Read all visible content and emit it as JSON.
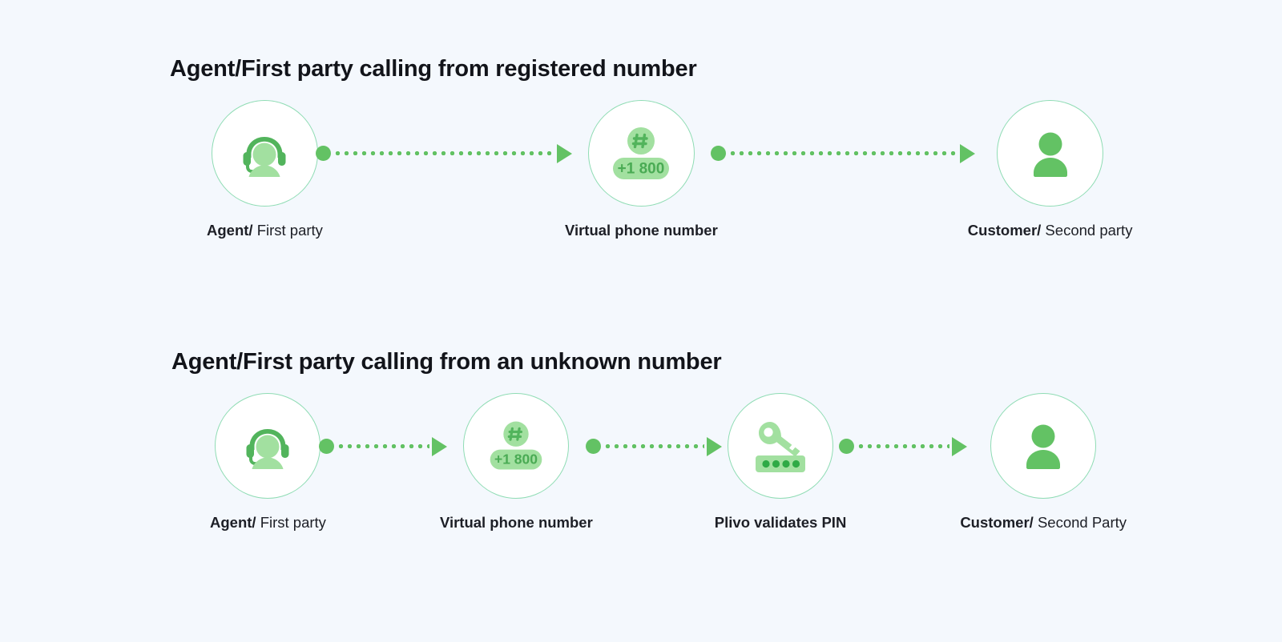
{
  "page": {
    "background_color": "#f4f8fd",
    "accent_green": "#63c264",
    "light_green": "#a8e3a5",
    "circle_stroke": "#8fdcb4",
    "text_color": "#12141a"
  },
  "sections": [
    {
      "id": "registered-number-flow",
      "title": "Agent/First party calling from registered number",
      "nodes": [
        {
          "id": "agent",
          "icon": "headset-agent-icon",
          "label_bold": "Agent/",
          "label_rest": " First party",
          "badge_text": ""
        },
        {
          "id": "virtual-number",
          "icon": "hash-phone-number-icon",
          "label_bold": "Virtual phone number",
          "label_rest": "",
          "badge_text": "+1 800"
        },
        {
          "id": "customer",
          "icon": "person-customer-icon",
          "label_bold": "Customer/",
          "label_rest": " Second party",
          "badge_text": ""
        }
      ]
    },
    {
      "id": "unknown-number-flow",
      "title": "Agent/First party calling from an unknown number",
      "nodes": [
        {
          "id": "agent",
          "icon": "headset-agent-icon",
          "label_bold": "Agent/",
          "label_rest": " First party",
          "badge_text": ""
        },
        {
          "id": "virtual-number",
          "icon": "hash-phone-number-icon",
          "label_bold": "Virtual phone number",
          "label_rest": "",
          "badge_text": "+1 800"
        },
        {
          "id": "pin-validation",
          "icon": "key-pin-icon",
          "label_bold": "Plivo validates PIN",
          "label_rest": "",
          "badge_text": ""
        },
        {
          "id": "customer",
          "icon": "person-customer-icon",
          "label_bold": "Customer/",
          "label_rest": " Second Party",
          "badge_text": ""
        }
      ]
    }
  ]
}
